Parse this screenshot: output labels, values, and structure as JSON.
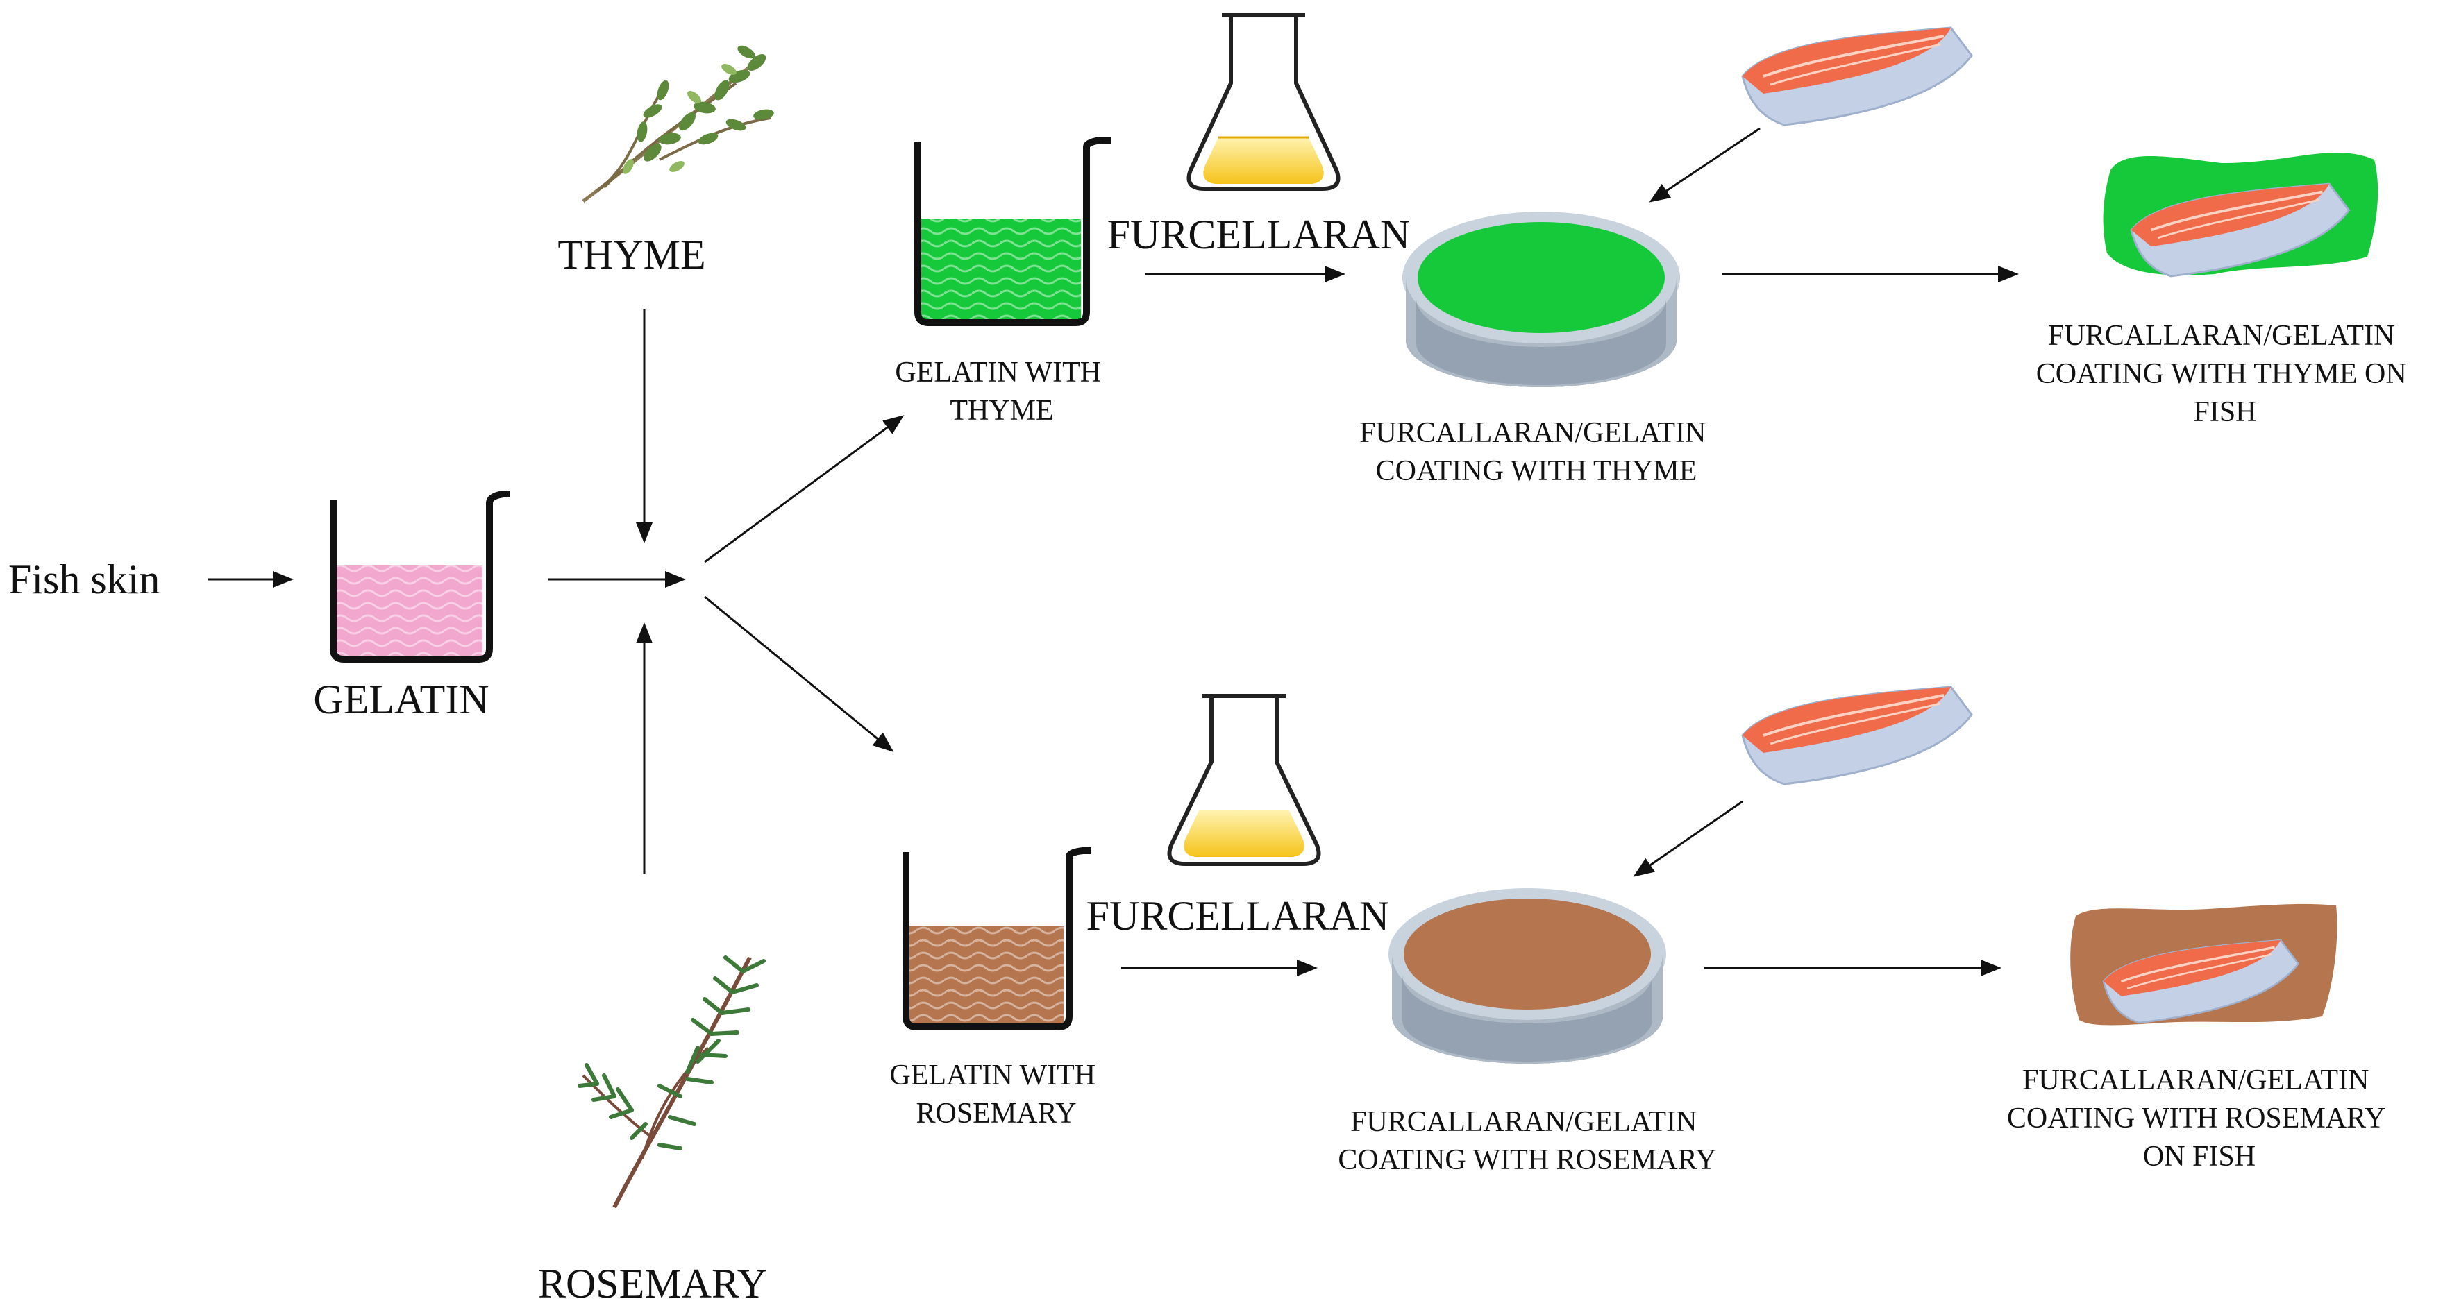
{
  "labels": {
    "fish_skin": "Fish skin",
    "gelatin": "GELATIN",
    "thyme": "THYME",
    "rosemary": "ROSEMARY",
    "furcellaran_top": "FURCELLARAN",
    "furcellaran_bottom": "FURCELLARAN",
    "gelatin_thyme": [
      "GELATIN WITH",
      "THYME"
    ],
    "gelatin_rosemary": [
      "GELATIN WITH",
      "ROSEMARY"
    ],
    "coating_thyme": [
      "FURCALLARAN/GELATIN",
      "COATING WITH THYME"
    ],
    "coating_rosemary": [
      "FURCALLARAN/GELATIN",
      "COATING WITH ROSEMARY"
    ],
    "fish_thyme": [
      "FURCALLARAN/GELATIN",
      "COATING WITH THYME ON",
      "FISH"
    ],
    "fish_rosemary": [
      "FURCALLARAN/GELATIN",
      "COATING WITH ROSEMARY",
      "ON FISH"
    ]
  },
  "colors": {
    "gelatin_pink": "#f2a7cf",
    "thyme_green": "#16c93a",
    "rosemary_brown": "#b5754f",
    "furcellaran_yellow": "#f5c31a",
    "salmon": "#f06b4a",
    "fish_skin_blue": "#c4d0e6",
    "dish_grey": "#9aa6b4"
  },
  "icons": [
    "beaker-icon",
    "flask-icon",
    "petri-dish-icon",
    "fish-fillet-icon",
    "thyme-sprig-icon",
    "rosemary-sprig-icon"
  ]
}
